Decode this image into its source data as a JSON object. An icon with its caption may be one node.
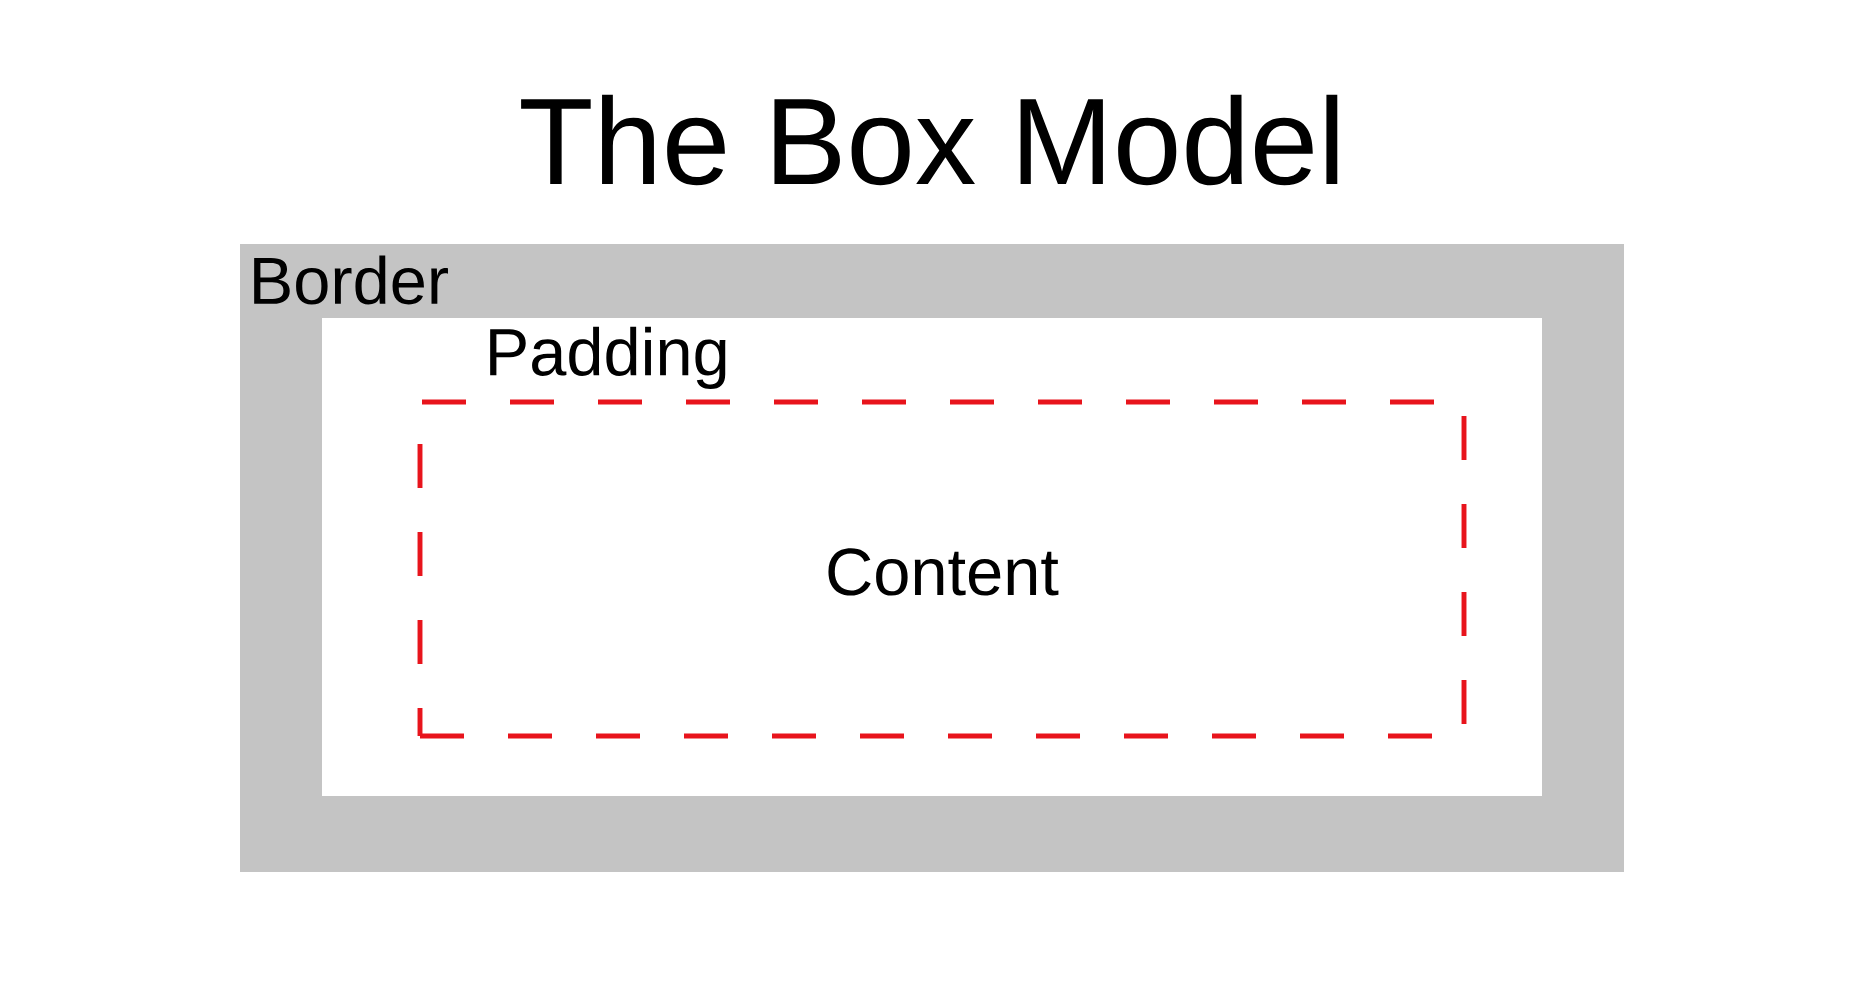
{
  "diagram": {
    "title": "The Box Model",
    "nodes": [
      {
        "text": [
          "Border"
        ]
      },
      {
        "text": [
          "Padding"
        ],
        "in": 0
      },
      {
        "text": [
          "Content"
        ],
        "in": 1
      }
    ]
  }
}
